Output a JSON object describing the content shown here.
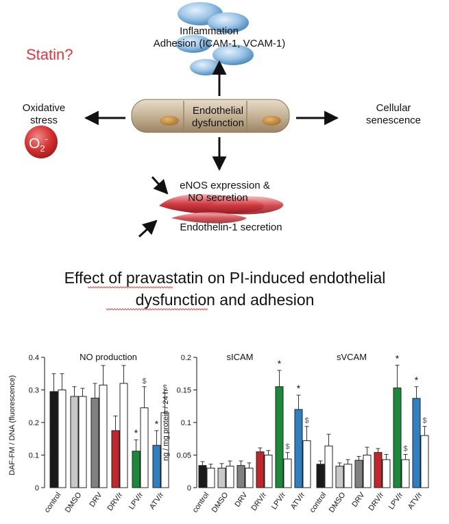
{
  "diagram": {
    "statin": "Statin?",
    "top_line1": "Inflammation",
    "top_line2": "Adhesion (ICAM-1, VCAM-1)",
    "center_line1": "Endothelial",
    "center_line2": "dysfunction",
    "left_line1": "Oxidative",
    "left_line2": "stress",
    "o2_base": "O",
    "o2_sub": "2",
    "o2_sup": "-",
    "right_line1": "Cellular",
    "right_line2": "senescence",
    "bottom_line1": "eNOS expression &",
    "bottom_line2": "NO secretion",
    "bottom_line3": "Endothelin-1 secretion"
  },
  "heading": {
    "line1": "Effect of pravastatin on PI-induced endothelial",
    "line2": "dysfunction and adhesion"
  },
  "colors": {
    "statin": "#e8333a",
    "control": "#1a1a1a",
    "DMSO": "#c8c8c8",
    "DRV": "#808080",
    "DRV/r": "#c0272d",
    "LPV/r": "#1a8a3a",
    "ATV/r": "#2f7fc1",
    "paired": "#ffffff"
  },
  "chart_data": [
    {
      "type": "bar",
      "title": "NO production",
      "ylabel": "DAF-FM / DNA (fluorescence)",
      "ylim": [
        0,
        0.4
      ],
      "yticks": [
        "0",
        "0.1",
        "0.2",
        "0.3",
        "0.4"
      ],
      "categories": [
        "control",
        "DMSO",
        "DRV",
        "DRV/r",
        "LPV/r",
        "ATV/r"
      ],
      "series": [
        {
          "values": [
            0.295,
            0.28,
            0.275,
            0.175,
            0.112,
            0.13
          ],
          "errors": [
            0.055,
            0.03,
            0.045,
            0.045,
            0.035,
            0.045
          ]
        },
        {
          "values": [
            0.3,
            0.28,
            0.315,
            0.32,
            0.245,
            0.23
          ],
          "errors": [
            0.05,
            0.025,
            0.06,
            0.055,
            0.065,
            0.06
          ]
        }
      ],
      "annotations": [
        {
          "category": "LPV/r",
          "bar": 0,
          "symbol": "*"
        },
        {
          "category": "LPV/r",
          "bar": 1,
          "symbol": "$"
        },
        {
          "category": "ATV/r",
          "bar": 0,
          "symbol": "*"
        },
        {
          "category": "ATV/r",
          "bar": 1,
          "symbol": "$"
        }
      ]
    },
    {
      "type": "bar",
      "title": "sICAM",
      "ylabel": "ng / mg protein / 24 h",
      "ylim": [
        0,
        0.2
      ],
      "yticks": [
        "0",
        "0.05",
        "0.1",
        "0.15",
        "0.2"
      ],
      "categories": [
        "control",
        "DMSO",
        "DRV",
        "DRV/r",
        "LPV/r",
        "ATV/r"
      ],
      "series": [
        {
          "values": [
            0.034,
            0.03,
            0.034,
            0.055,
            0.155,
            0.12
          ],
          "errors": [
            0.006,
            0.007,
            0.007,
            0.006,
            0.025,
            0.022
          ]
        },
        {
          "values": [
            0.03,
            0.033,
            0.03,
            0.05,
            0.044,
            0.072
          ],
          "errors": [
            0.006,
            0.008,
            0.008,
            0.007,
            0.01,
            0.022
          ]
        }
      ],
      "annotations": [
        {
          "category": "LPV/r",
          "bar": 0,
          "symbol": "*"
        },
        {
          "category": "LPV/r",
          "bar": 1,
          "symbol": "$"
        },
        {
          "category": "ATV/r",
          "bar": 0,
          "symbol": "*"
        },
        {
          "category": "ATV/r",
          "bar": 1,
          "symbol": "$"
        }
      ]
    },
    {
      "type": "bar",
      "title": "sVCAM",
      "ylabel": "",
      "ylim": [
        0,
        0.2
      ],
      "yticks": [],
      "categories": [
        "control",
        "DMSO",
        "DRV",
        "DRV/r",
        "LPV/r",
        "ATV/r"
      ],
      "series": [
        {
          "values": [
            0.036,
            0.033,
            0.042,
            0.054,
            0.153,
            0.137
          ],
          "errors": [
            0.005,
            0.005,
            0.006,
            0.006,
            0.035,
            0.018
          ]
        },
        {
          "values": [
            0.064,
            0.036,
            0.05,
            0.043,
            0.043,
            0.08
          ],
          "errors": [
            0.018,
            0.007,
            0.012,
            0.008,
            0.008,
            0.014
          ]
        }
      ],
      "annotations": [
        {
          "category": "LPV/r",
          "bar": 0,
          "symbol": "*"
        },
        {
          "category": "LPV/r",
          "bar": 1,
          "symbol": "$"
        },
        {
          "category": "ATV/r",
          "bar": 0,
          "symbol": "*"
        },
        {
          "category": "ATV/r",
          "bar": 1,
          "symbol": "$"
        }
      ]
    }
  ]
}
